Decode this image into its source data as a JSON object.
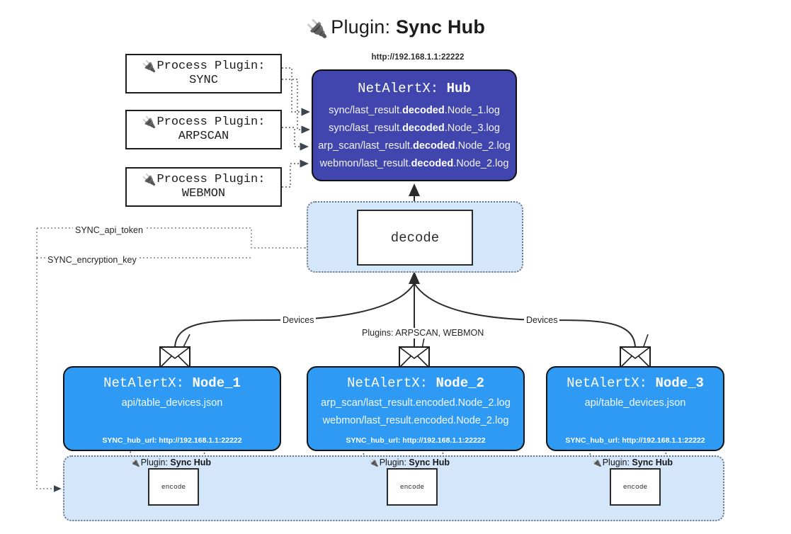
{
  "title": {
    "plug_icon": "🔌",
    "prefix": "Plugin:",
    "name": "Sync Hub"
  },
  "process_plugins": [
    {
      "label": "Process Plugin:",
      "name": "SYNC",
      "icon": "plug-icon"
    },
    {
      "label": "Process Plugin:",
      "name": "ARPSCAN",
      "icon": "plug-icon"
    },
    {
      "label": "Process Plugin:",
      "name": "WEBMON",
      "icon": "plug-icon"
    }
  ],
  "hub": {
    "url": "http://192.168.1.1:22222",
    "title_prefix": "NetAlertX:",
    "title_name": "Hub",
    "color": "#4046ad",
    "logs": [
      {
        "pre": "sync/last_result.",
        "em": "decoded",
        "post": ".Node_1.log"
      },
      {
        "pre": "sync/last_result.",
        "em": "decoded",
        "post": ".Node_3.log"
      },
      {
        "pre": "arp_scan/last_result.",
        "em": "decoded",
        "post": ".Node_2.log"
      },
      {
        "pre": "webmon/last_result.",
        "em": "decoded",
        "post": ".Node_2.log"
      }
    ]
  },
  "decode": {
    "label": "decode",
    "container_color": "#d4e7fa"
  },
  "secrets": {
    "api_token": "SYNC_api_token",
    "encryption_key": "SYNC_encryption_key"
  },
  "flow_labels": {
    "devices_left": "Devices",
    "devices_right": "Devices",
    "plugins_center": "Plugins: ARPSCAN, WEBMON"
  },
  "nodes": [
    {
      "title_prefix": "NetAlertX:",
      "title_name": "Node_1",
      "color": "#2f9af3",
      "lines": [
        "api/table_devices.json"
      ],
      "hub_url": "SYNC_hub_url: http://192.168.1.1:22222",
      "envelope_icon": "envelope-icon"
    },
    {
      "title_prefix": "NetAlertX:",
      "title_name": "Node_2",
      "color": "#2f9af3",
      "lines": [
        "arp_scan/last_result.encoded.Node_2.log",
        "webmon/last_result.encoded.Node_2.log"
      ],
      "hub_url": "SYNC_hub_url: http://192.168.1.1:22222",
      "envelope_icon": "envelope-icon"
    },
    {
      "title_prefix": "NetAlertX:",
      "title_name": "Node_3",
      "color": "#2f9af3",
      "lines": [
        "api/table_devices.json"
      ],
      "hub_url": "SYNC_hub_url: http://192.168.1.1:22222",
      "envelope_icon": "envelope-icon"
    }
  ],
  "encoders": [
    {
      "plugin_prefix": "Plugin:",
      "plugin_name": "Sync Hub",
      "label": "encode"
    },
    {
      "plugin_prefix": "Plugin:",
      "plugin_name": "Sync Hub",
      "label": "encode"
    },
    {
      "plugin_prefix": "Plugin:",
      "plugin_name": "Sync Hub",
      "label": "encode"
    }
  ]
}
